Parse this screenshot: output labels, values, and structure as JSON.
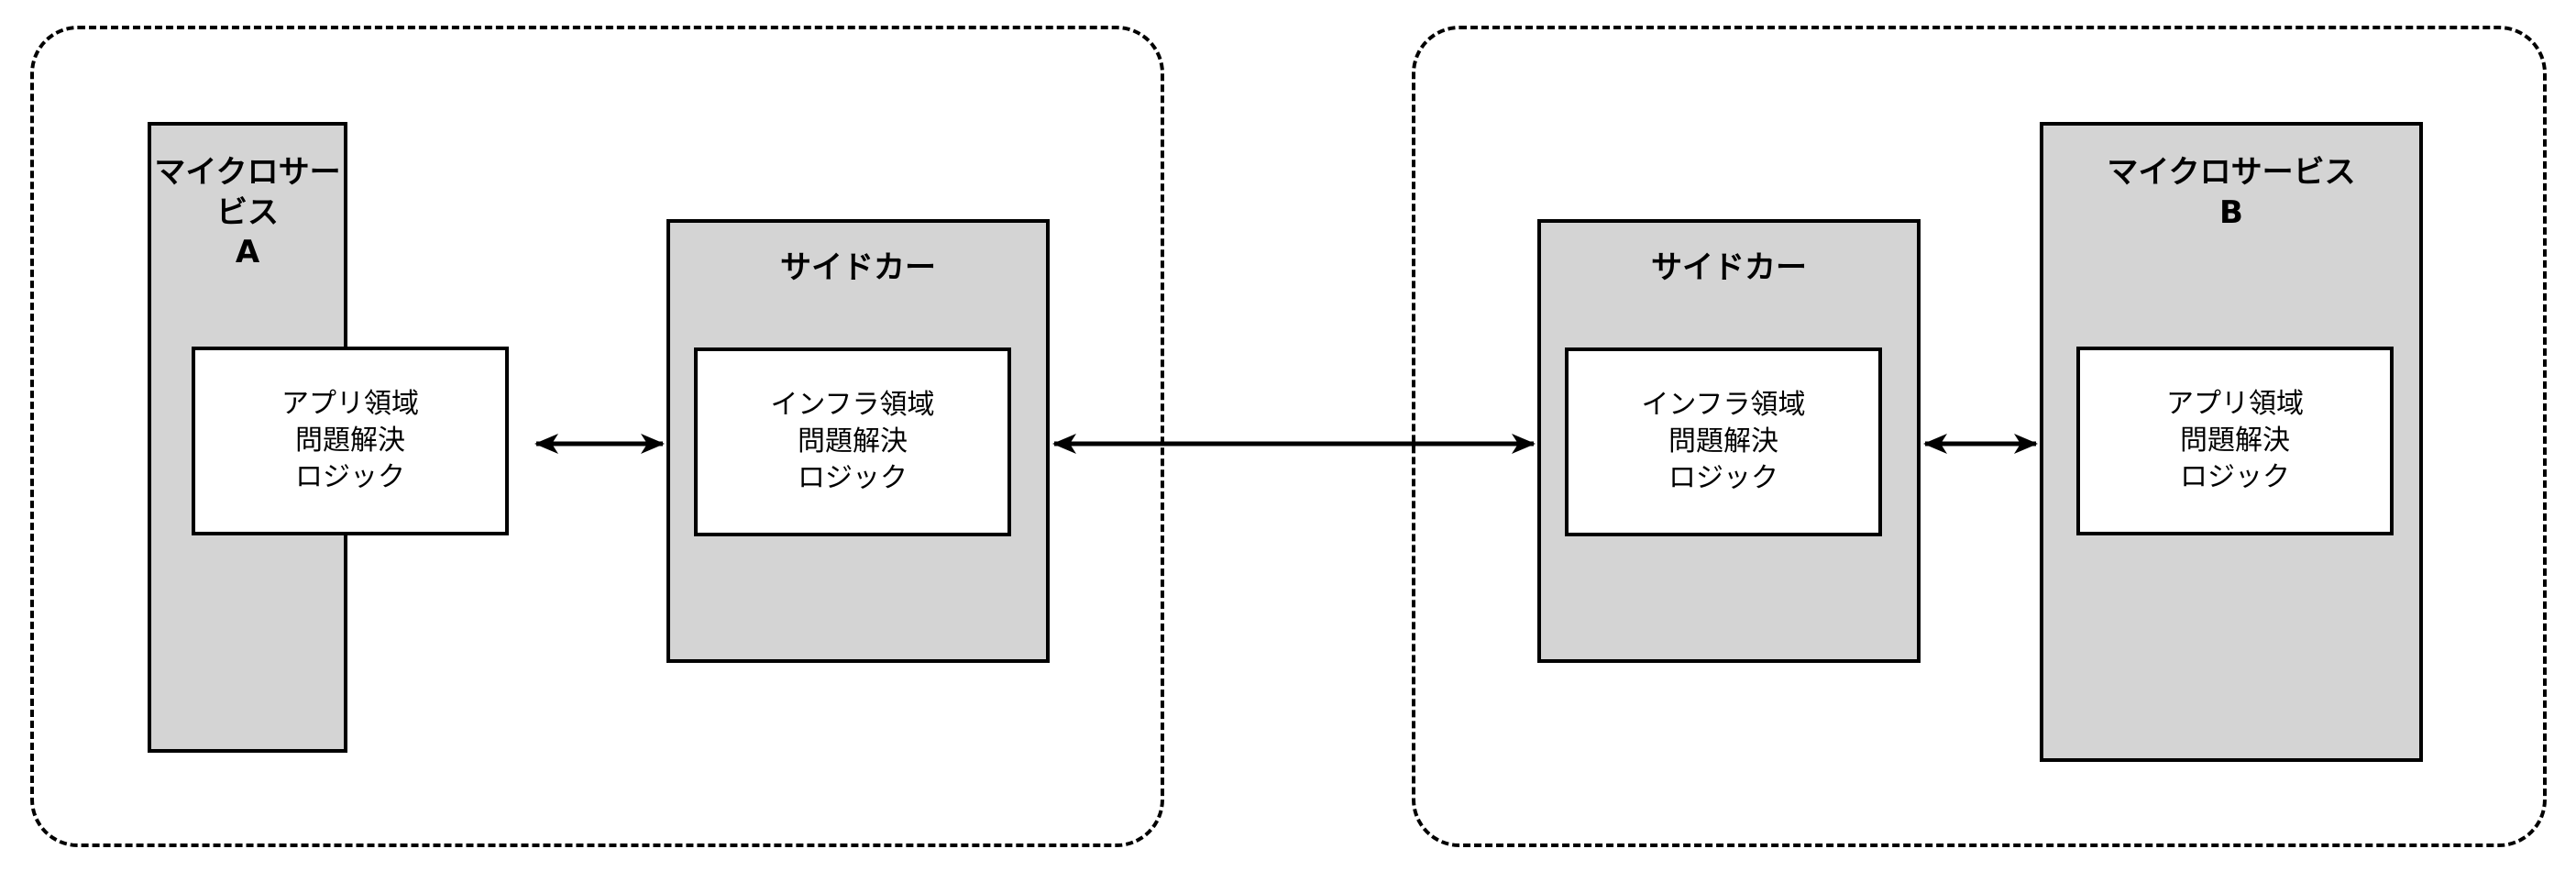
{
  "diagram": {
    "title": "Sidecar pattern between two microservices",
    "background_color": "#ffffff",
    "box_fill_color": "#d4d4d4",
    "inner_box_fill_color": "#ffffff",
    "stroke_color": "#000000",
    "pods": [
      {
        "id": "pod-left",
        "label": ""
      },
      {
        "id": "pod-right",
        "label": ""
      }
    ],
    "nodes": [
      {
        "id": "microservice-a",
        "title": "マイクロサービス\nA",
        "inner": {
          "text": "アプリ領域\n問題解決\nロジック"
        }
      },
      {
        "id": "sidecar-left",
        "title": "サイドカー",
        "inner": {
          "text": "インフラ領域\n問題解決\nロジック"
        }
      },
      {
        "id": "sidecar-right",
        "title": "サイドカー",
        "inner": {
          "text": "インフラ領域\n問題解決\nロジック"
        }
      },
      {
        "id": "microservice-b",
        "title": "マイクロサービス\nB",
        "inner": {
          "text": "アプリ領域\n問題解決\nロジック"
        }
      }
    ],
    "connectors": [
      {
        "id": "conn-a-sidecar-left",
        "from": "microservice-a",
        "to": "sidecar-left",
        "type": "double-arrow",
        "label": ""
      },
      {
        "id": "conn-sidecar-sidecar",
        "from": "sidecar-left",
        "to": "sidecar-right",
        "type": "double-arrow",
        "label": ""
      },
      {
        "id": "conn-sidecar-right-b",
        "from": "sidecar-right",
        "to": "microservice-b",
        "type": "double-arrow",
        "label": ""
      }
    ]
  }
}
